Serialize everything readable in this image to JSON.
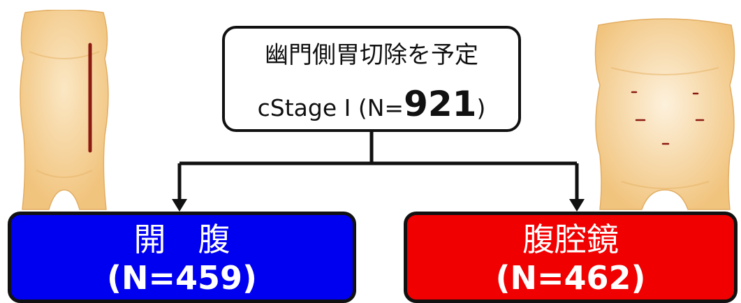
{
  "top_box": {
    "line1": "幽門側胃切除を予定",
    "line2_prefix": "cStage I (N=",
    "line2_number": "921",
    "line2_suffix": ")"
  },
  "arms": [
    {
      "name": "開　腹",
      "n": "(N=459)",
      "color": "#0000f0"
    },
    {
      "name": "腹腔鏡",
      "n": "(N=462)",
      "color": "#f00000"
    }
  ],
  "colors": {
    "skin": "#f4cd8c",
    "skin_shadow": "#e6b168",
    "incision": "#8b1a12",
    "line": "#111111"
  }
}
